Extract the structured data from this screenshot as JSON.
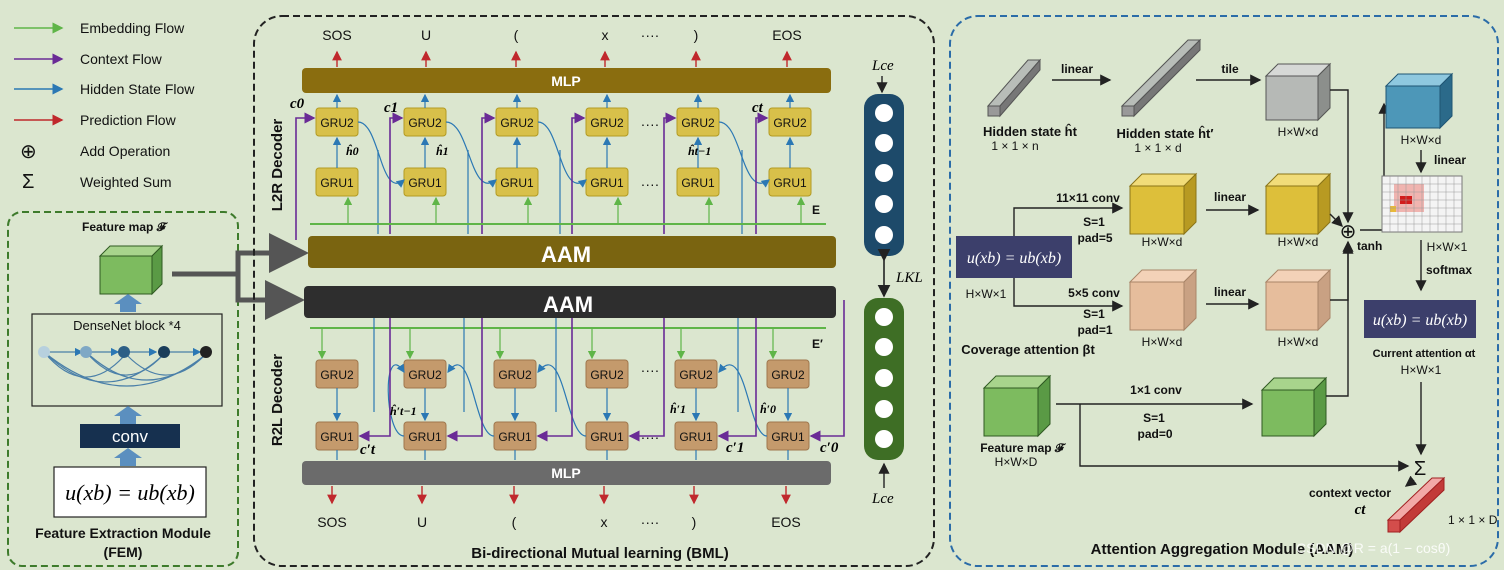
{
  "legend": {
    "items": [
      {
        "label": "Embedding Flow",
        "color": "#5fb548",
        "icon": "arrow"
      },
      {
        "label": "Context Flow",
        "color": "#6a2b96",
        "icon": "arrow"
      },
      {
        "label": "Hidden State Flow",
        "color": "#2b78b4",
        "icon": "arrow"
      },
      {
        "label": "Prediction Flow",
        "color": "#c0282c",
        "icon": "arrow"
      },
      {
        "label": "Add Operation",
        "symbol": "⊕"
      },
      {
        "label": "Weighted Sum",
        "symbol": "Σ"
      }
    ]
  },
  "fem": {
    "title": "Feature Extraction Module",
    "title2": "(FEM)",
    "feature_map": "Feature map 𝓕",
    "densenet": "DenseNet block *4",
    "conv": "conv",
    "formula": "u(xb) = ub(xb)"
  },
  "bml": {
    "title": "Bi-directional Mutual learning (BML)",
    "l2r_label": "L2R Decoder",
    "r2l_label": "R2L Decoder",
    "mlp": "MLP",
    "aam": "AAM",
    "gru1": "GRU1",
    "gru2": "GRU2",
    "e_top": "E",
    "e_bottom": "E′",
    "loss_ce": "Lce",
    "loss_kl": "LKL",
    "tokens_top": [
      "SOS",
      "U",
      "(",
      "x",
      "····",
      ")",
      "EOS"
    ],
    "tokens_bottom": [
      "SOS",
      "U",
      "(",
      "x",
      "····",
      ")",
      "EOS"
    ],
    "ctx_top": [
      "c0",
      "c1",
      "ct"
    ],
    "hid_top": [
      "ĥ0",
      "ĥ1",
      "ĥt−1"
    ],
    "ctx_bottom": [
      "c′t",
      "c′1",
      "c′0"
    ],
    "hid_bottom": [
      "ĥ′t−1",
      "ĥ′1",
      "ĥ′0"
    ],
    "dots": "····"
  },
  "aam": {
    "title": "Attention Aggregation Module (AAM)",
    "hidden1": "Hidden state ĥt",
    "hidden1_dim": "1 × 1 × n",
    "linear": "linear",
    "hidden2": "Hidden state ĥt′",
    "hidden2_dim": "1 × 1 × d",
    "tile": "tile",
    "hwd": "H×W×d",
    "hw1": "H×W×1",
    "hwD": "H×W×D",
    "conv11": "11×11 conv",
    "s1": "S=1",
    "pad5": "pad=5",
    "conv5": "5×5 conv",
    "pad1": "pad=1",
    "conv1": "1×1 conv",
    "pad0": "pad=0",
    "coverage": "Coverage attention βt",
    "feature_map": "Feature map 𝓕",
    "tanh": "tanh",
    "softmax": "softmax",
    "current": "Current attention αt",
    "context_vector": "context vector",
    "ct": "ct",
    "ct_dim": "1 × 1 × D",
    "formula": "u(xb) = ub(xb)"
  },
  "watermark": "CSDN @R = a(1 − cosθ)"
}
